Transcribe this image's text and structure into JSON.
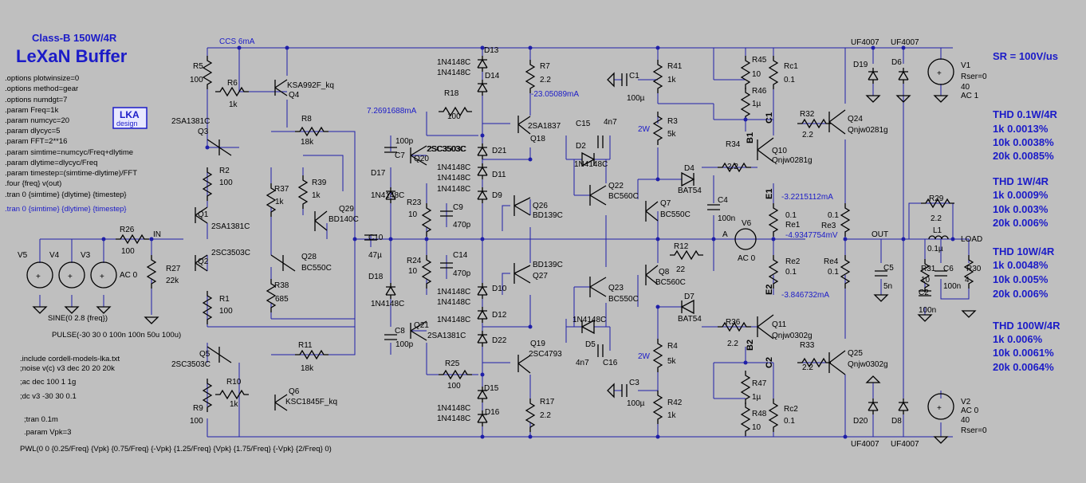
{
  "title": {
    "line1": "Class-B 150W/4R",
    "line2": "LeXaN Buffer"
  },
  "logo": {
    "line1": "LKA",
    "line2": "design"
  },
  "directives": [
    ".options plotwinsize=0",
    ".options method=gear",
    ".options numdgt=7",
    ".param Freq=1k",
    ".param numcyc=20",
    ".param dlycyc=5",
    ".param FFT=2**16",
    ".param simtime=numcyc/Freq+dlytime",
    ".param dlytime=dlycyc/Freq",
    ".param timestep=(simtime-dlytime)/FFT",
    ".four {freq} v(out)",
    ".tran 0 {simtime} {dlytime} {timestep}",
    ".tran 0 {simtime} {dlytime} {timestep}"
  ],
  "sources": {
    "sine": "SINE(0 2.8 {freq})",
    "pulse": "PULSE(-30 30 0 100n 100n 50u 100u)",
    "pwl": "PWL(0 0 {0.25/Freq} {Vpk} {0.75/Freq} {-Vpk} {1.25/Freq} {Vpk} {1.75/Freq} {-Vpk} {2/Freq} 0)",
    "v3_ac": "AC 0",
    "v6_ac": "AC 0"
  },
  "bottom_directives": [
    ".include cordell-models-lka.txt",
    ";noise v(c) v3 dec 20 20 20k",
    ";ac dec 100 1 1g",
    ";dc v3 -30 30 0.1",
    ";tran 0.1m",
    ".param Vpk=3"
  ],
  "sr": "SR = 100V/us",
  "thd": [
    {
      "head": "THD 0.1W/4R",
      "rows": [
        "1k  0.0013%",
        "10k  0.0038%",
        "20k  0.0085%"
      ]
    },
    {
      "head": "THD 1W/4R",
      "rows": [
        "1k  0.0009%",
        "10k  0.003%",
        "20k  0.006%"
      ]
    },
    {
      "head": "THD 10W/4R",
      "rows": [
        "1k  0.0048%",
        "10k  0.005%",
        "20k  0.006%"
      ]
    },
    {
      "head": "THD 100W/4R",
      "rows": [
        "1k  0.006%",
        "10k  0.0061%",
        "20k  0.0064%"
      ]
    }
  ],
  "annotations": {
    "ccs": "CCS 6mA",
    "i_d13": "7.2691688mA",
    "i_r7": "-23.05089mA",
    "i_e1": "-3.2215112mA",
    "v_out": "-4.9347754mV",
    "i_e2": "-3.846732mA",
    "w2a": "2W",
    "w2b": "2W"
  },
  "nets": {
    "in": "IN",
    "out": "OUT",
    "load": "LOAD",
    "a": "A",
    "b1": "B1",
    "b2": "B2",
    "c1": "C1",
    "c2": "C2",
    "e1": "E1",
    "e2": "E2"
  },
  "parts": {
    "r5": [
      "R5",
      "100"
    ],
    "r6": [
      "R6",
      "1k"
    ],
    "q4": [
      "KSA992F_kq",
      "Q4"
    ],
    "q3": [
      "2SA1381C",
      "Q3"
    ],
    "r8": [
      "R8",
      "18k"
    ],
    "r2": [
      "R2",
      "100"
    ],
    "r37": [
      "R37",
      "1k"
    ],
    "r39": [
      "R39",
      "1k"
    ],
    "q29": [
      "Q29",
      "BD140C"
    ],
    "q1": [
      "Q1",
      "2SA1381C"
    ],
    "q28": [
      "Q28",
      "BC550C"
    ],
    "r26": [
      "R26",
      "100"
    ],
    "r27": [
      "R27",
      "22k"
    ],
    "q2": [
      "Q2",
      "2SC3503C"
    ],
    "r38": [
      "R38",
      "685"
    ],
    "r1": [
      "R1",
      "100"
    ],
    "q5": [
      "Q5",
      "2SC3503C"
    ],
    "r11": [
      "R11",
      "18k"
    ],
    "r10": [
      "R10",
      "1k"
    ],
    "q6": [
      "Q6",
      "KSC1845F_kq"
    ],
    "r9": [
      "R9",
      "100"
    ],
    "v5": "V5",
    "v4": "V4",
    "v3": "V3",
    "c10": [
      "C10",
      "47µ"
    ],
    "c7": [
      "C7",
      "100p"
    ],
    "q20": [
      "Q20",
      "2SC3503C"
    ],
    "d17": [
      "D17",
      "1N4148C"
    ],
    "r23": [
      "R23",
      "10"
    ],
    "c9": [
      "C9",
      "470p"
    ],
    "r24": [
      "R24",
      "10"
    ],
    "c14": [
      "C14",
      "470p"
    ],
    "d18": [
      "D18",
      "1N4148C"
    ],
    "c8": [
      "C8",
      "100p"
    ],
    "q21": [
      "Q21",
      "2SA1381C"
    ],
    "r18": [
      "R18",
      "100"
    ],
    "r25": [
      "R25",
      "100"
    ],
    "d13": "D13",
    "d14": [
      "D14",
      "1N4148C",
      "1N4148C"
    ],
    "d21": "D21",
    "d11": "D11",
    "d9": "D9",
    "d10": "D10",
    "d12": "D12",
    "d22": "D22",
    "d15": "D15",
    "d16": [
      "D16",
      "1N4148C",
      "1N4148C"
    ],
    "d_mid_top": [
      "2SC3503C",
      "1N4148C",
      "1N4148C",
      "1N4148C"
    ],
    "d_mid_bot": [
      "1N4148C",
      "1N4148C",
      "1N4148C"
    ],
    "r7": [
      "R7",
      "2.2"
    ],
    "q18": [
      "2SA1837",
      "Q18"
    ],
    "q26": [
      "Q26",
      "BD139C"
    ],
    "q27": [
      "BD139C",
      "Q27"
    ],
    "q19": [
      "Q19",
      "2SC4793"
    ],
    "r17": [
      "R17",
      "2.2"
    ],
    "c15": [
      "C15",
      "4n7"
    ],
    "d2": [
      "D2",
      "1N4148C"
    ],
    "q22": [
      "Q22",
      "BC560C"
    ],
    "q7": [
      "Q7",
      "BC550C"
    ],
    "d4": [
      "D4",
      "BAT54"
    ],
    "r3": [
      "R3",
      "5k"
    ],
    "r41": [
      "R41",
      "1k"
    ],
    "c1": [
      "C1",
      "100µ"
    ],
    "c4": [
      "C4",
      "100n"
    ],
    "r12": [
      "R12",
      "22"
    ],
    "q8": [
      "Q8",
      "BC560C"
    ],
    "q23": [
      "Q23",
      "BC550C"
    ],
    "d7": [
      "D7",
      "BAT54"
    ],
    "d5": [
      "D5",
      "4n7"
    ],
    "c16": "C16",
    "r4": [
      "R4",
      "5k"
    ],
    "c3": [
      "C3",
      "100µ"
    ],
    "r42": [
      "R42",
      "1k"
    ],
    "d5b": "1N4148C",
    "r45": [
      "R45",
      "10"
    ],
    "r46": [
      "R46",
      "1µ"
    ],
    "rc1": [
      "Rc1",
      "0.1"
    ],
    "r34": [
      "R34",
      "2.2"
    ],
    "q10": [
      "Q10",
      "Qnjw0281g"
    ],
    "re1": [
      "Re1",
      "0.1"
    ],
    "v6": [
      "V6",
      "AC 0"
    ],
    "re2": [
      "Re2",
      "0.1"
    ],
    "r36": [
      "R36",
      "2.2"
    ],
    "q11": [
      "Q11",
      "Qnjw0302g"
    ],
    "r47": [
      "R47",
      "1µ"
    ],
    "r48": [
      "R48",
      "10"
    ],
    "rc2": [
      "Rc2",
      "0.1"
    ],
    "r32": [
      "R32",
      "2.2"
    ],
    "q24": [
      "Q24",
      "Qnjw0281g"
    ],
    "re3": [
      "Re3",
      "0.1"
    ],
    "re4": [
      "Re4",
      "0.1"
    ],
    "r33": [
      "R33",
      "2.2"
    ],
    "q25": [
      "Q25",
      "Qnjw0302g"
    ],
    "d19": "D19",
    "d6": "D6",
    "d20": "D20",
    "d8": "D8",
    "uf_top1": "UF4007",
    "uf_top2": "UF4007",
    "uf_bot1": "UF4007",
    "uf_bot2": "UF4007",
    "c5": [
      "C5",
      "5n"
    ],
    "r31": [
      "R31",
      "10"
    ],
    "c2": [
      "C2",
      "100n"
    ],
    "r29": [
      "R29",
      "2.2"
    ],
    "l1": [
      "L1",
      "0.1µ"
    ],
    "c6": [
      "C6",
      "100n"
    ],
    "r30": [
      "R30",
      "4"
    ],
    "v1": [
      "V1",
      "Rser=0",
      "40",
      "AC 1"
    ],
    "v2": [
      "V2",
      "AC 0",
      "40",
      "Rser=0"
    ]
  },
  "colors": {
    "wire": "#1f1fa8",
    "component": "#000000",
    "annotation": "#1b1bc8",
    "background": "#bfbfbf"
  }
}
